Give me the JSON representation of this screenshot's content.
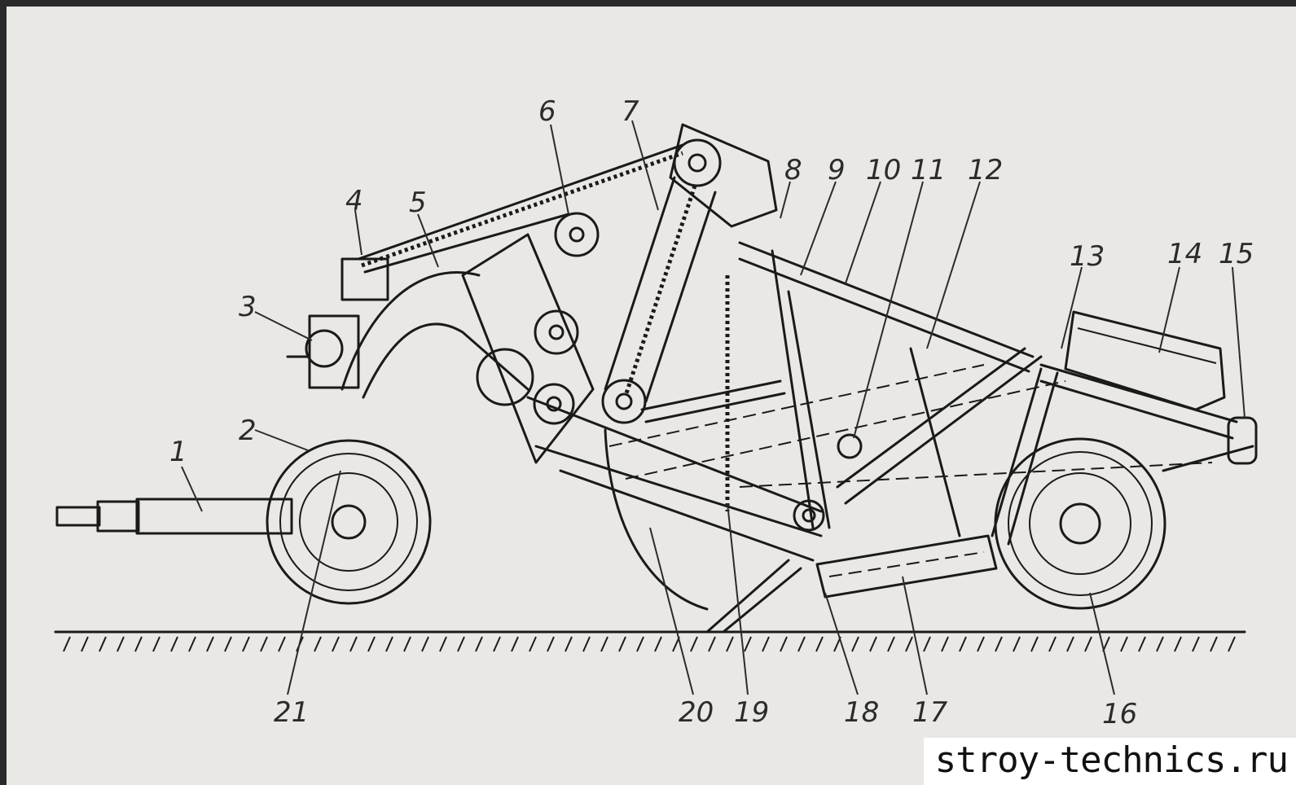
{
  "callouts": [
    {
      "id": "1",
      "label": "1"
    },
    {
      "id": "2",
      "label": "2"
    },
    {
      "id": "3",
      "label": "3"
    },
    {
      "id": "4",
      "label": "4"
    },
    {
      "id": "5",
      "label": "5"
    },
    {
      "id": "6",
      "label": "6"
    },
    {
      "id": "7",
      "label": "7"
    },
    {
      "id": "8",
      "label": "8"
    },
    {
      "id": "9",
      "label": "9"
    },
    {
      "id": "10",
      "label": "10"
    },
    {
      "id": "11",
      "label": "11"
    },
    {
      "id": "12",
      "label": "12"
    },
    {
      "id": "13",
      "label": "13"
    },
    {
      "id": "14",
      "label": "14"
    },
    {
      "id": "15",
      "label": "15"
    },
    {
      "id": "16",
      "label": "16"
    },
    {
      "id": "17",
      "label": "17"
    },
    {
      "id": "18",
      "label": "18"
    },
    {
      "id": "19",
      "label": "19"
    },
    {
      "id": "20",
      "label": "20"
    },
    {
      "id": "21",
      "label": "21"
    }
  ],
  "watermark": "stroy-technics.ru"
}
